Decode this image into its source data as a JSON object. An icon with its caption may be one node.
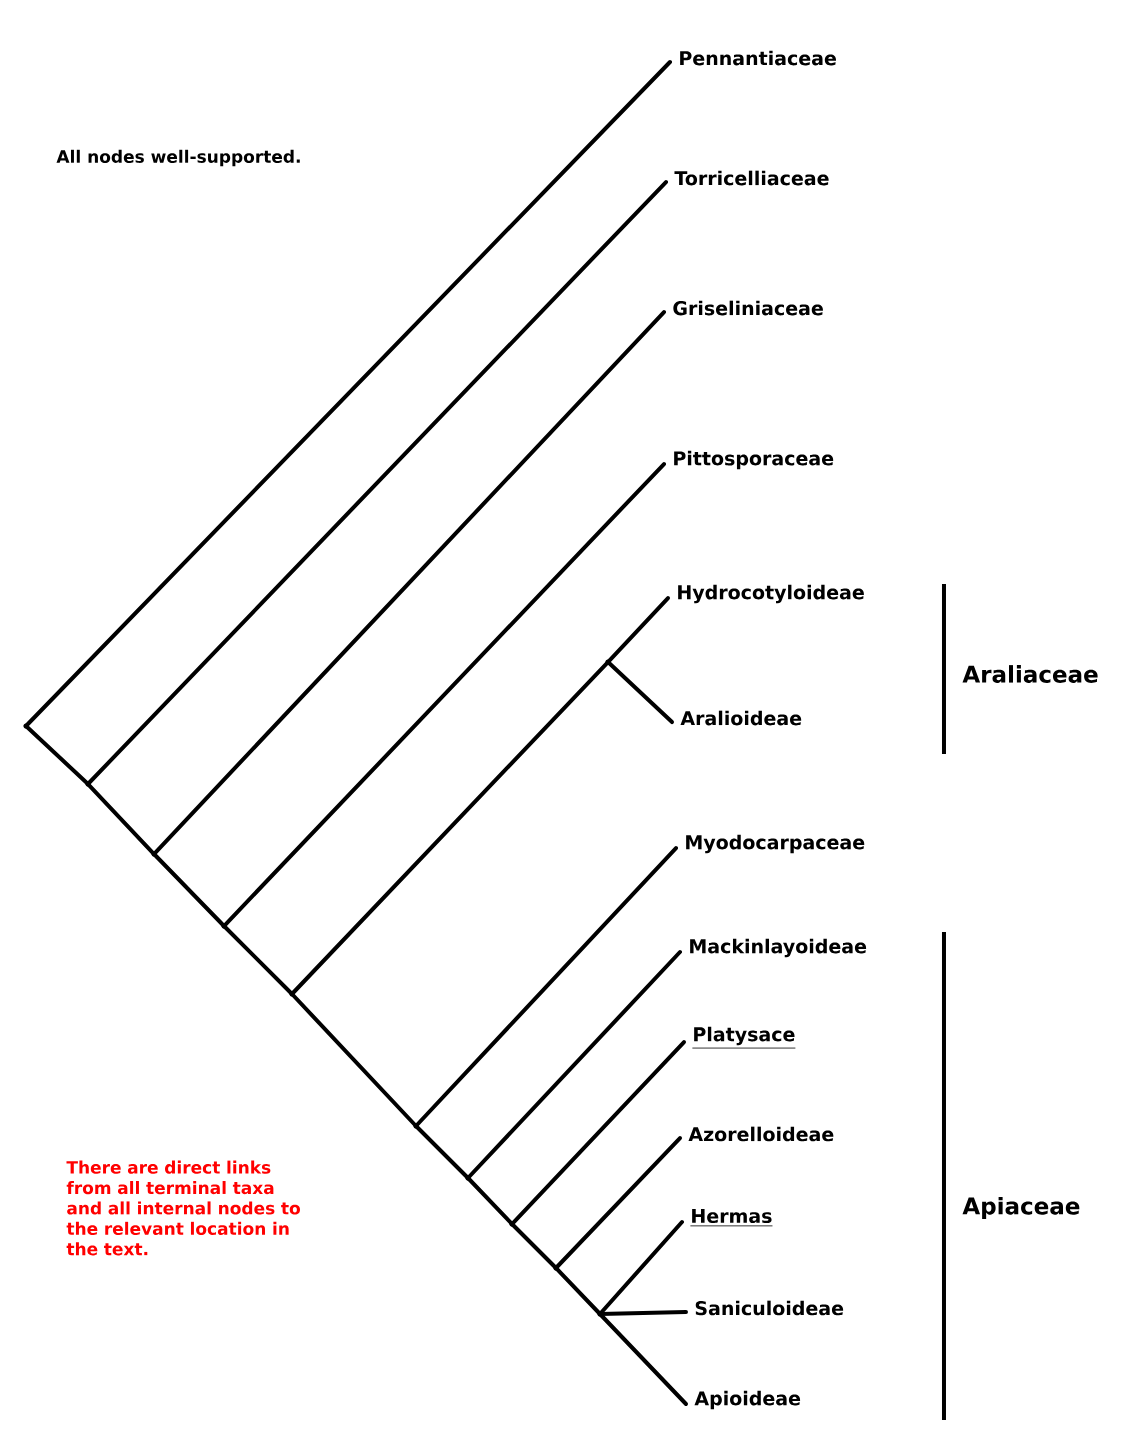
{
  "diagram": {
    "nodes": [
      {
        "text": [
          "Pennantiaceae"
        ]
      },
      {
        "text": [
          "Torricelliaceae"
        ]
      },
      {
        "text": [
          "Griseliniaceae"
        ]
      },
      {
        "text": [
          "Pittosporaceae"
        ]
      },
      {
        "text": [
          "Hydrocotyloideae"
        ]
      },
      {
        "text": [
          "Aralioideae"
        ]
      },
      {
        "text": [
          "Myodocarpaceae"
        ]
      },
      {
        "text": [
          "Mackinlayoideae"
        ]
      },
      {
        "text": [
          "Platysace"
        ]
      },
      {
        "text": [
          "Azorelloideae"
        ]
      },
      {
        "text": [
          "Hermas"
        ]
      },
      {
        "text": [
          "Saniculoideae"
        ]
      },
      {
        "text": [
          "Apioideae"
        ]
      },
      {
        "text": [],
        "shape": "point"
      },
      {
        "text": [],
        "shape": "point"
      },
      {
        "text": [],
        "shape": "point"
      },
      {
        "text": [],
        "shape": "point"
      },
      {
        "text": [],
        "shape": "point"
      },
      {
        "text": [],
        "shape": "point"
      },
      {
        "text": [],
        "shape": "point"
      },
      {
        "text": [],
        "shape": "point"
      },
      {
        "text": [],
        "shape": "point"
      },
      {
        "text": [],
        "shape": "point"
      },
      {
        "text": [],
        "shape": "point"
      }
    ],
    "edges": [
      {
        "from": 13,
        "to": 0,
        "arrow": "none"
      },
      {
        "from": 13,
        "to": 14,
        "arrow": "none"
      },
      {
        "from": 14,
        "to": 1,
        "arrow": "none"
      },
      {
        "from": 14,
        "to": 15,
        "arrow": "none"
      },
      {
        "from": 15,
        "to": 2,
        "arrow": "none"
      },
      {
        "from": 15,
        "to": 16,
        "arrow": "none"
      },
      {
        "from": 16,
        "to": 3,
        "arrow": "none"
      },
      {
        "from": 16,
        "to": 17,
        "arrow": "none"
      },
      {
        "from": 17,
        "to": 18,
        "arrow": "none"
      },
      {
        "from": 18,
        "to": 4,
        "arrow": "none"
      },
      {
        "from": 18,
        "to": 5,
        "arrow": "none"
      },
      {
        "from": 17,
        "to": 19,
        "arrow": "none"
      },
      {
        "from": 19,
        "to": 6,
        "arrow": "none"
      },
      {
        "from": 19,
        "to": 20,
        "arrow": "none"
      },
      {
        "from": 20,
        "to": 7,
        "arrow": "none"
      },
      {
        "from": 20,
        "to": 21,
        "arrow": "none"
      },
      {
        "from": 21,
        "to": 8,
        "arrow": "none"
      },
      {
        "from": 21,
        "to": 22,
        "arrow": "none"
      },
      {
        "from": 22,
        "to": 9,
        "arrow": "none"
      },
      {
        "from": 22,
        "to": 23,
        "arrow": "none"
      },
      {
        "from": 23,
        "to": 10,
        "arrow": "none"
      },
      {
        "from": 23,
        "to": 11,
        "arrow": "none"
      },
      {
        "from": 23,
        "to": 12,
        "arrow": "none"
      }
    ],
    "labels": [
      "All nodes well-supported.",
      "Araliaceae",
      "There are direct links from all terminal taxa and all internal nodes to the relevant location in the text.",
      "Apiaceae"
    ]
  }
}
